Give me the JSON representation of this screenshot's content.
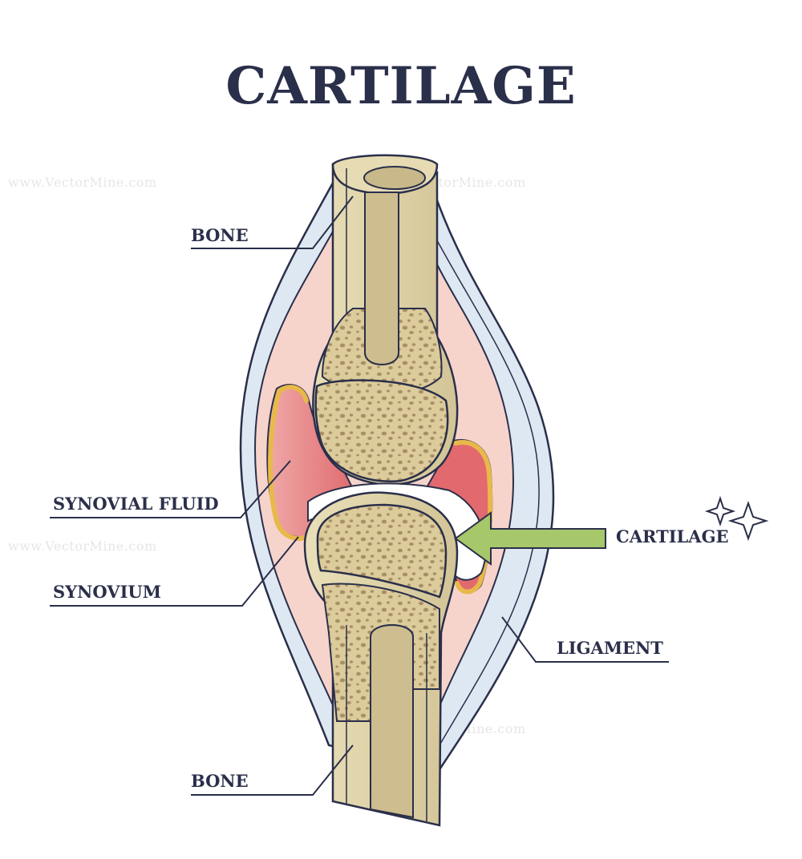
{
  "title": "CARTILAGE",
  "labels": {
    "bone_top": "BONE",
    "synovial_fluid": "SYNOVIAL FLUID",
    "synovium": "SYNOVIUM",
    "cartilage": "CARTILAGE",
    "ligament": "LIGAMENT",
    "bone_bottom": "BONE"
  },
  "watermark": "www.VectorMine.com",
  "colors": {
    "ink": "#2a2f4a",
    "bone": "#dcd0a4",
    "marrow": "#c9b88a",
    "spongy": "#a88f68",
    "synovial_fluid": "#e47f7f",
    "capsule": "#f6d4cc",
    "synovium": "#e8b94a",
    "ligament": "#dbe6f0",
    "cartilage": "#ffffff",
    "arrow": "#a6c76a"
  }
}
